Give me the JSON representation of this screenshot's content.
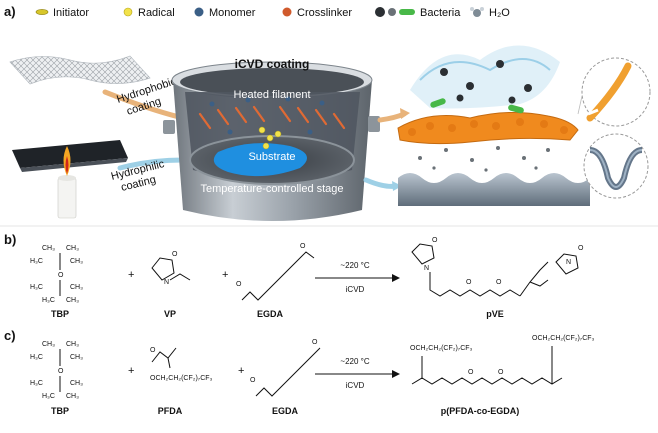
{
  "panel_a": {
    "label": "a)",
    "legend": [
      {
        "icon": "initiator-icon",
        "text": "Initiator",
        "color": "#d7c62a"
      },
      {
        "icon": "radical-icon",
        "text": "Radical",
        "color": "#f2e24a"
      },
      {
        "icon": "monomer-icon",
        "text": "Monomer",
        "color": "#3b5f86"
      },
      {
        "icon": "crosslinker-icon",
        "text": "Crosslinker",
        "color": "#d05a2c"
      },
      {
        "icon": "bacteria-icon",
        "text": "Bacteria",
        "color": "#48b848"
      },
      {
        "icon": "water-icon",
        "text": "H₂O",
        "color": "#7f8c96"
      }
    ],
    "reactor_title": "iCVD coating",
    "heated_filament": "Heated filament",
    "substrate": "Substrate",
    "stage": "Temperature-controlled stage",
    "hydrophobic": "Hydrophobic coating",
    "hydrophilic": "Hydrophilic coating"
  },
  "panel_b": {
    "label": "b)",
    "tbp": "TBP",
    "vp": "VP",
    "egda": "EGDA",
    "condition": "~220 °C",
    "method": "iCVD",
    "product": "pVE",
    "plus": "+"
  },
  "panel_c": {
    "label": "c)",
    "tbp": "TBP",
    "pfda": "PFDA",
    "pfda_chain": "OCH₂CH₂(CF₂)₇CF₃",
    "egda": "EGDA",
    "condition": "~220 °C",
    "method": "iCVD",
    "product": "p(PFDA-co-EGDA)",
    "plus": "+"
  },
  "chem": {
    "ch3": "CH₃",
    "h3c": "H₃C",
    "o": "O",
    "n": "N"
  }
}
